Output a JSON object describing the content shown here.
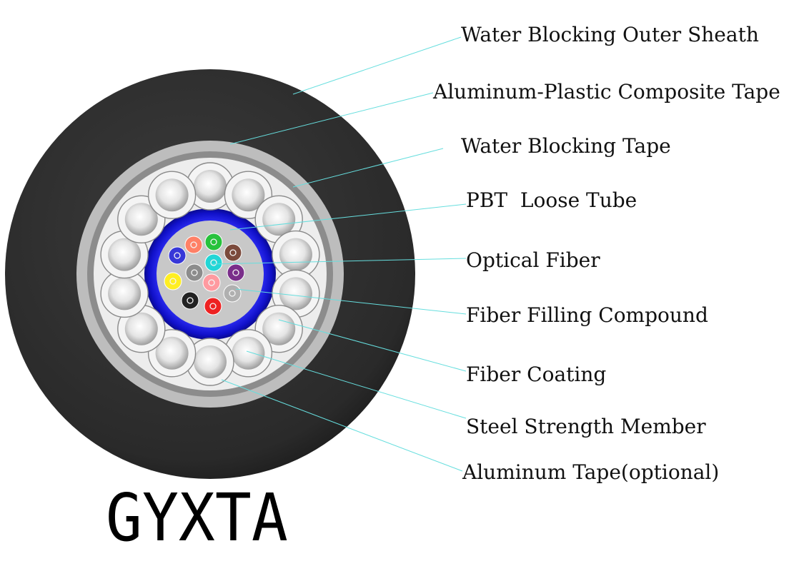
{
  "model": "GYXTA",
  "labels": [
    "Water Blocking Outer Sheath",
    "Aluminum-Plastic Composite Tape",
    "Water Blocking Tape",
    "PBT  Loose Tube",
    "Optical Fiber",
    "Fiber Filling Compound",
    "Fiber Coating",
    "Steel Strength Member",
    "Aluminum Tape(optional)"
  ],
  "colors": {
    "outer_sheath": "#2a2a2a",
    "composite_tape": "#bdbdbd",
    "water_blocking_tape": "#8c8c8c",
    "filler": "#ededed",
    "loose_tube": "#1a1ae0",
    "filling_compound": "#c8c8c8",
    "leader_line": "#66dede",
    "text": "#111111"
  },
  "fiber_colors": [
    "#3838d8",
    "#ff8066",
    "#27c23c",
    "#7b4a3c",
    "#8c8c8c",
    "#22d6d6",
    "#7a2e8a",
    "#ffee22",
    "#ff9aa0",
    "#b0b0b0",
    "#222222",
    "#ee2222"
  ]
}
